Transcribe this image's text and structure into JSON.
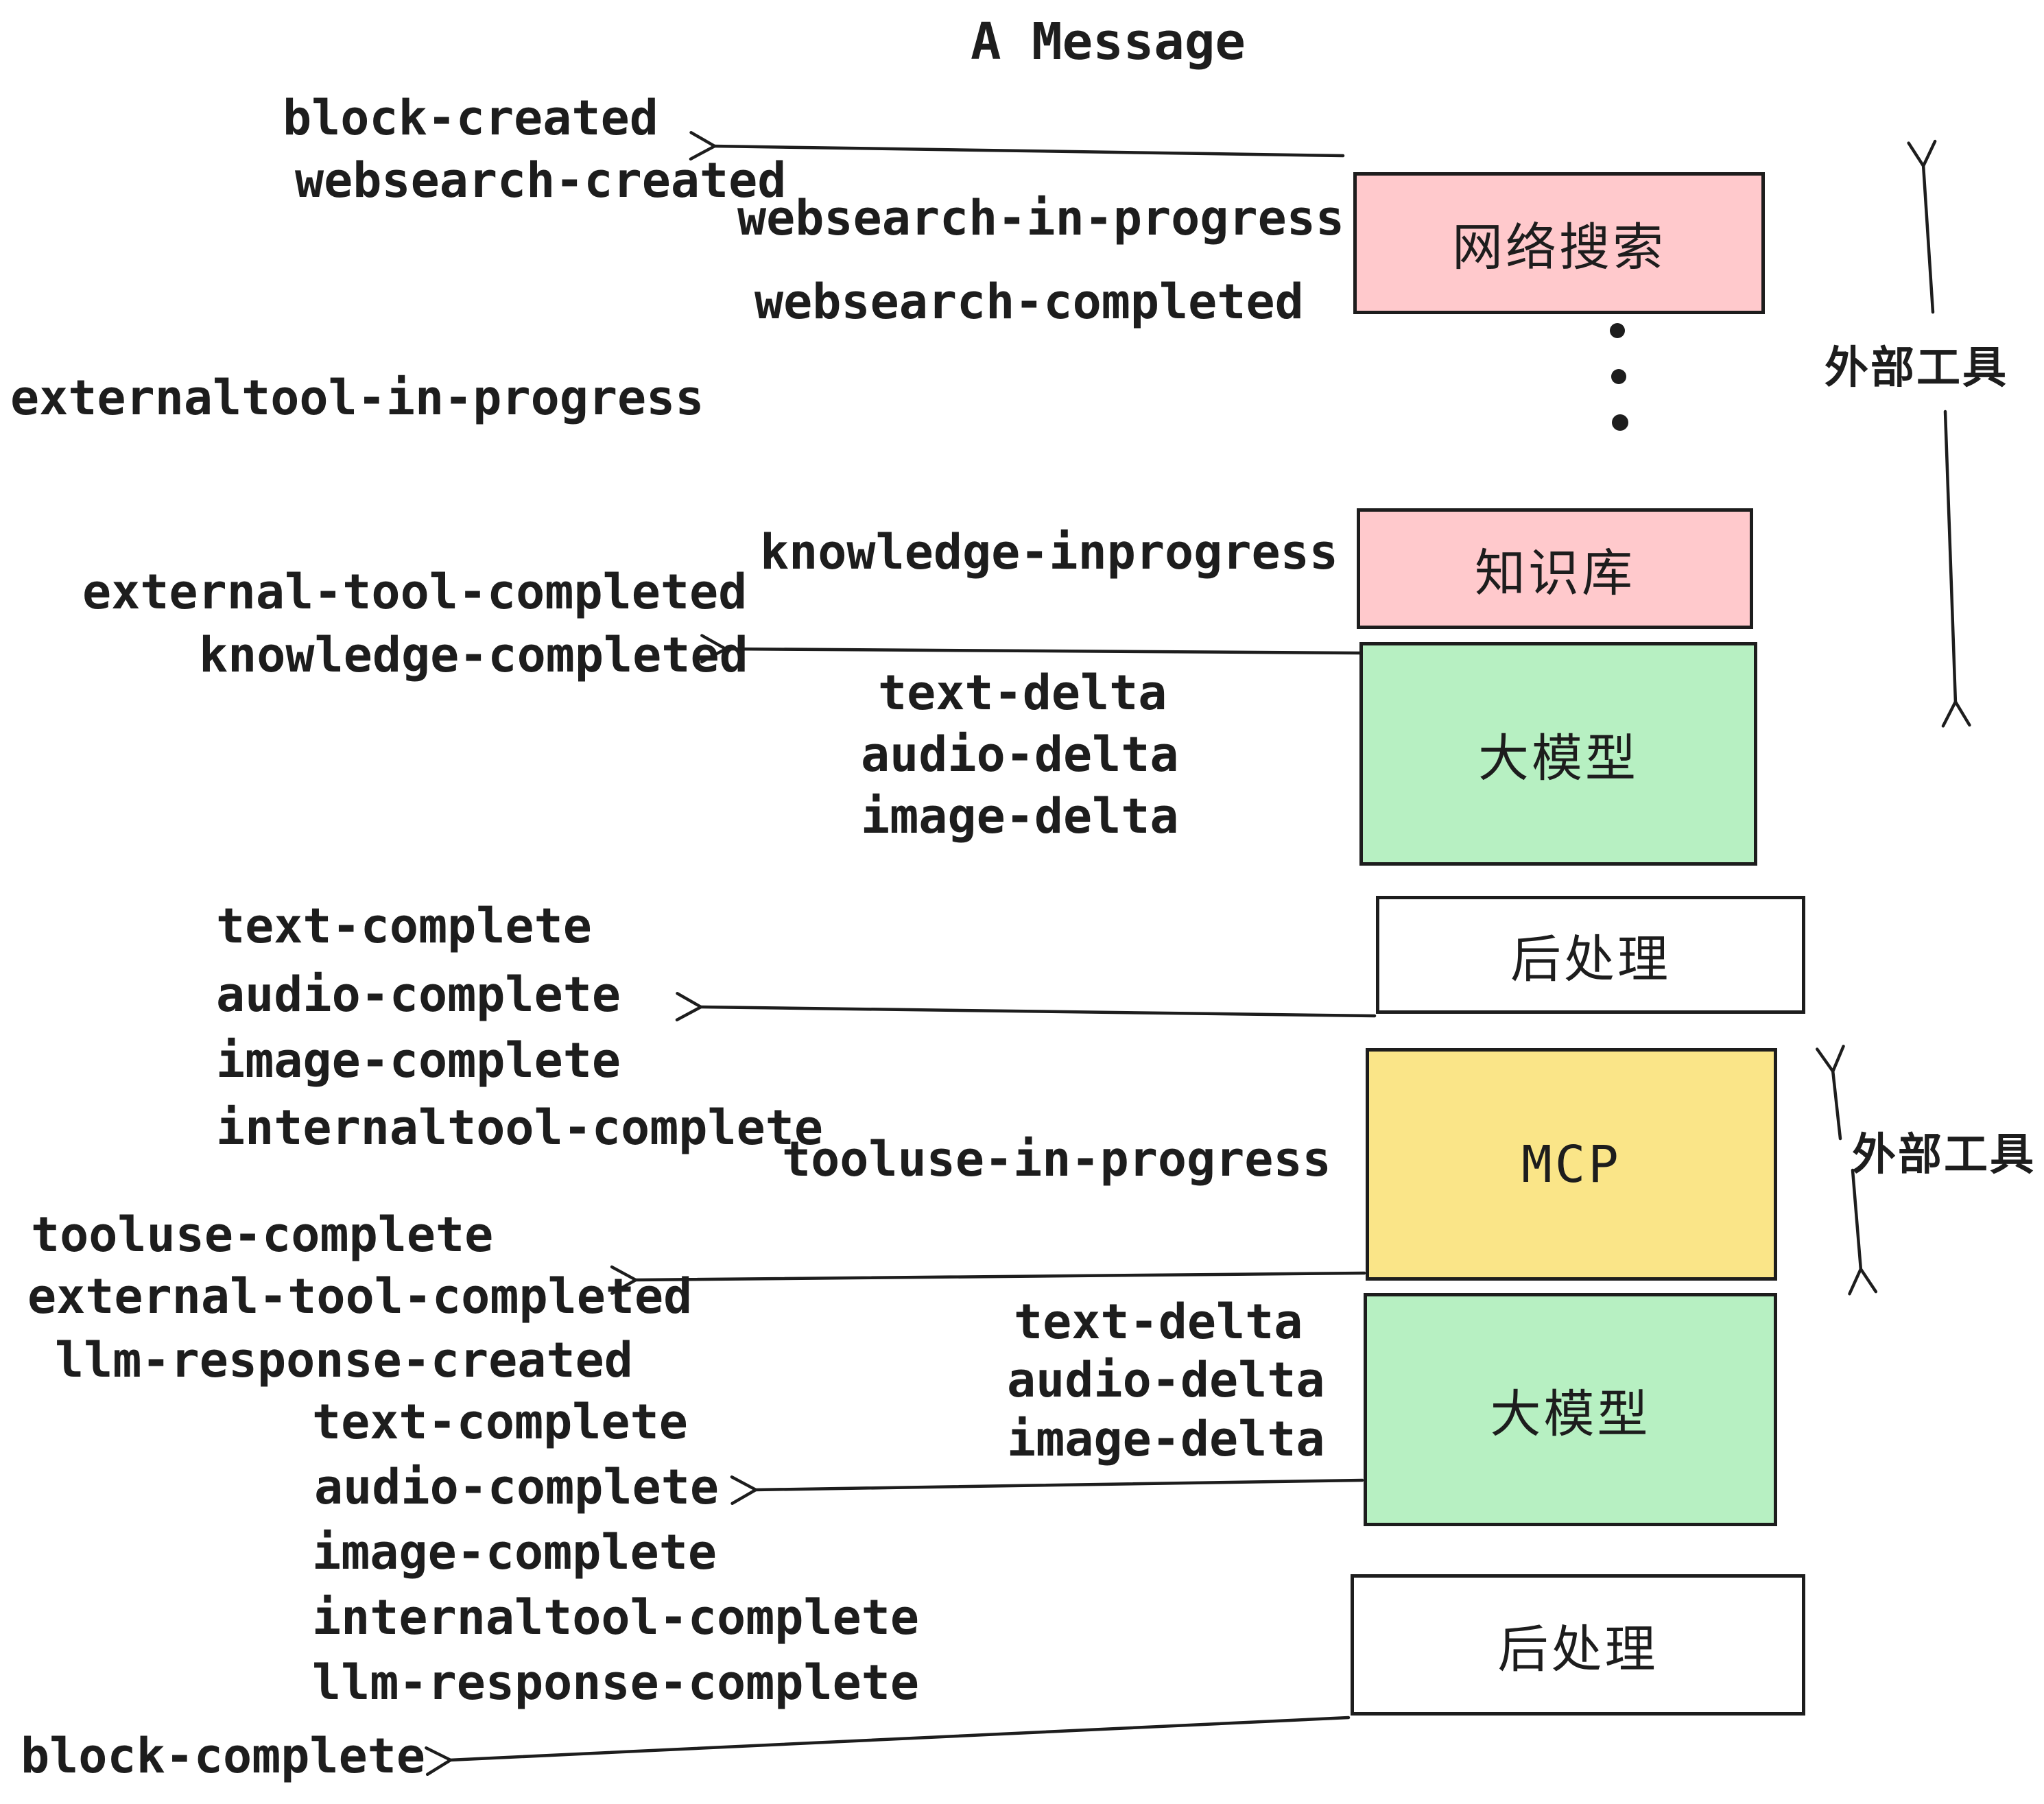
{
  "title": "A Message",
  "colors": {
    "background": "#FFFFFF",
    "ink": "#1D1D1D",
    "external_tool_box_pink": "#FFC9CC",
    "llm_box_green": "#B7F0C2",
    "mcp_box_yellow": "#FAE588",
    "postprocess_box_white": "#FFFFFF"
  },
  "boxes": [
    {
      "id": "websearch",
      "label": "网络搜索",
      "color": "#FFC9CC"
    },
    {
      "id": "knowledge",
      "label": "知识库",
      "color": "#FFC9CC"
    },
    {
      "id": "llm-1",
      "label": "大模型",
      "color": "#B7F0C2"
    },
    {
      "id": "postprocess-1",
      "label": "后处理",
      "color": "#FFFFFF"
    },
    {
      "id": "mcp",
      "label": "MCP",
      "color": "#FAE588"
    },
    {
      "id": "llm-2",
      "label": "大模型",
      "color": "#B7F0C2"
    },
    {
      "id": "postprocess-2",
      "label": "后处理",
      "color": "#FFFFFF"
    }
  ],
  "side_labels": [
    {
      "id": "external-tools-top",
      "label": "外部工具"
    },
    {
      "id": "external-tools-mcp",
      "label": "外部工具"
    }
  ],
  "event_labels": [
    "block-created",
    "websearch-created",
    "websearch-in-progress",
    "websearch-completed",
    "externaltool-in-progress",
    "knowledge-inprogress",
    "external-tool-completed",
    "knowledge-completed",
    "text-delta",
    "audio-delta",
    "image-delta",
    "text-complete",
    "audio-complete",
    "image-complete",
    "internaltool-complete",
    "tooluse-in-progress",
    "tooluse-complete",
    "external-tool-completed",
    "llm-response-created",
    "text-complete",
    "audio-complete",
    "image-complete",
    "internaltool-complete",
    "llm-response-complete",
    "text-delta",
    "audio-delta",
    "image-delta",
    "block-complete"
  ]
}
